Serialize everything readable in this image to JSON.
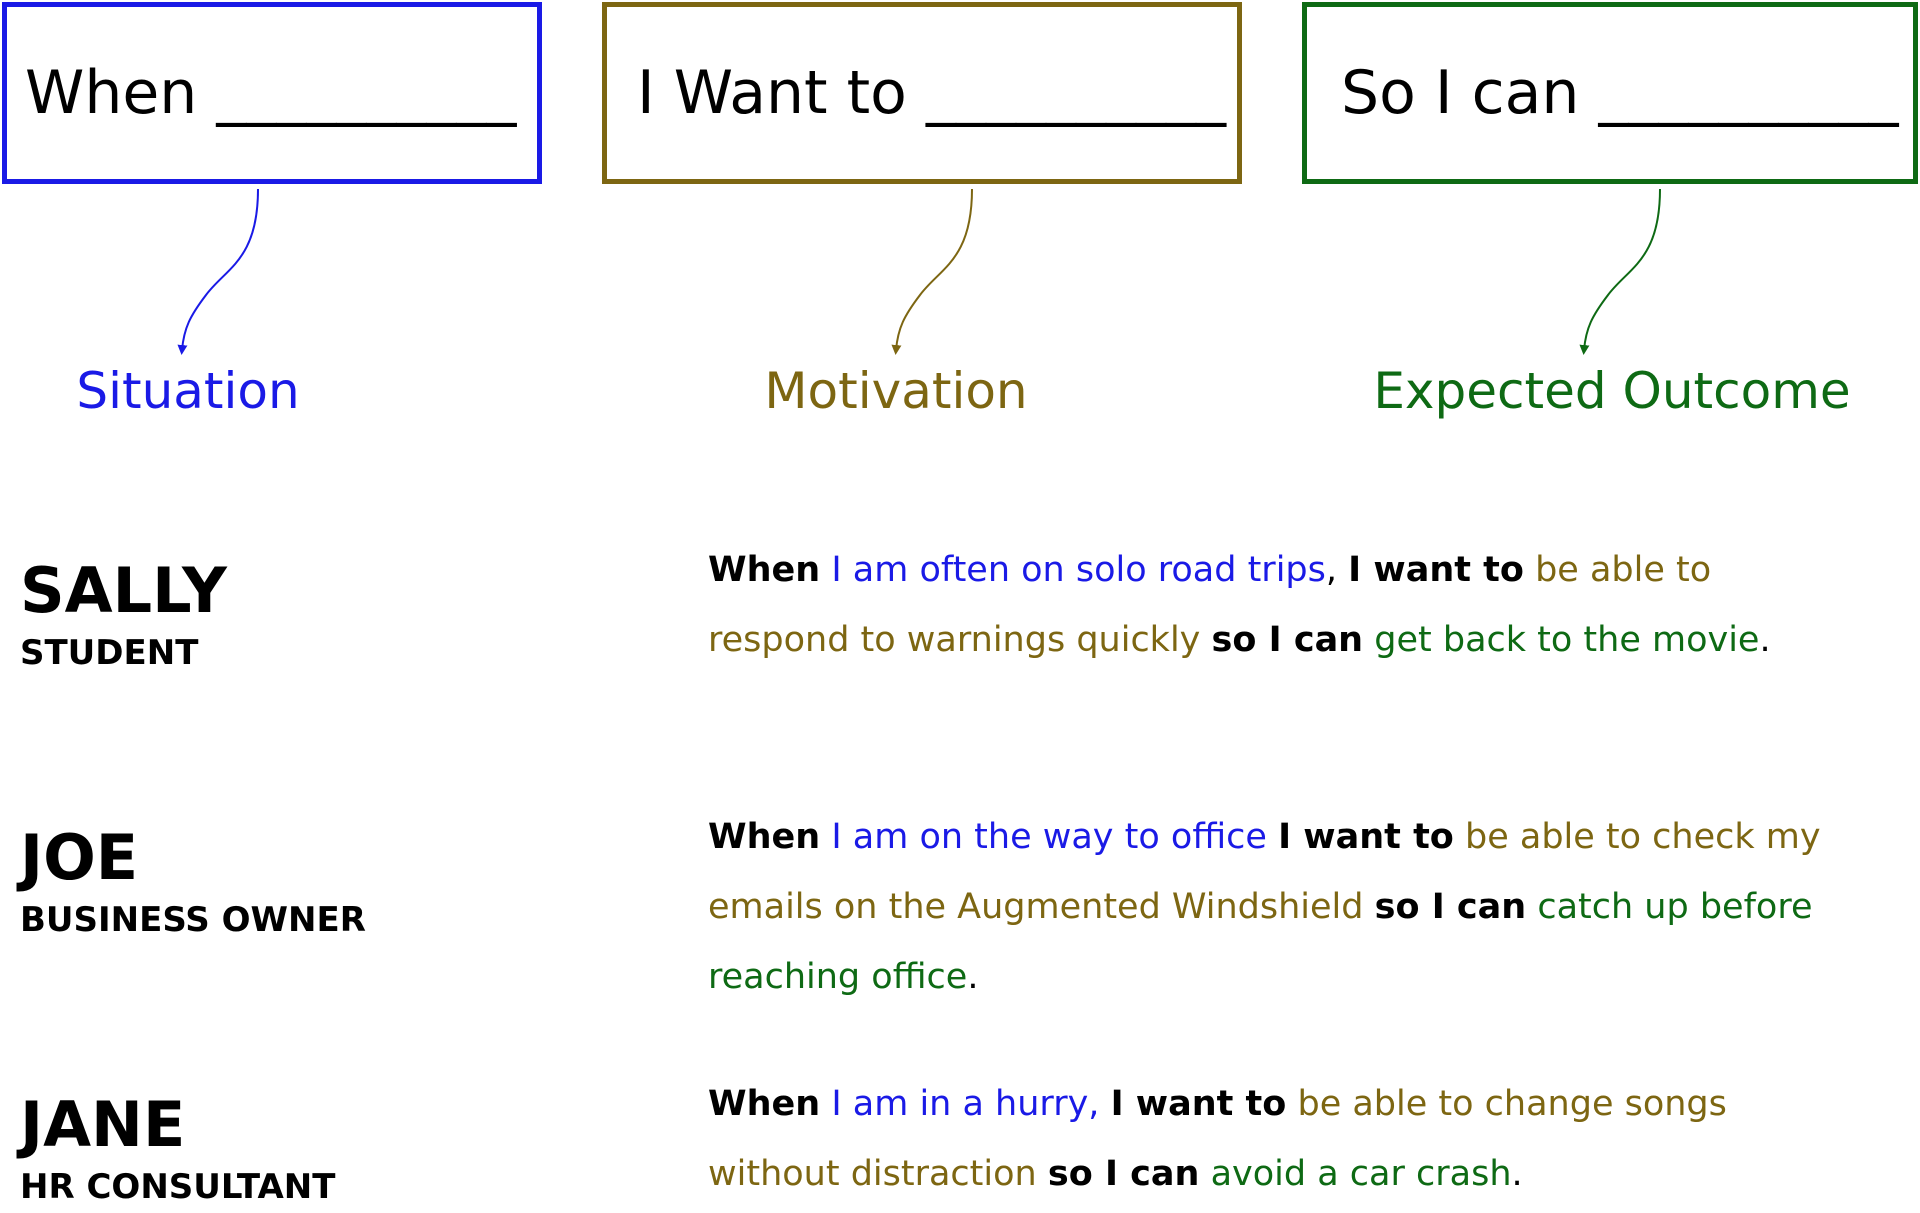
{
  "templates": {
    "when": "When __________",
    "want": "I Want to __________",
    "so": "So I can __________"
  },
  "categories": {
    "situation": "Situation",
    "motivation": "Motivation",
    "outcome": "Expected Outcome"
  },
  "colors": {
    "situation": "#1a1ae6",
    "motivation": "#7d6612",
    "outcome": "#0e6a14",
    "text": "#000000"
  },
  "personas": [
    {
      "name": "SALLY",
      "role": "STUDENT",
      "story": {
        "kw_when": "When",
        "situation": "I am often on solo road trips",
        "sep1": ",",
        "kw_want": "I want to",
        "motivation": "be able to respond to warnings quickly",
        "kw_so": "so I can",
        "outcome": "get back to the movie",
        "end": "."
      }
    },
    {
      "name": "JOE",
      "role": "BUSINESS OWNER",
      "story": {
        "kw_when": "When",
        "situation": "I am on the way to office",
        "sep1": "",
        "kw_want": "I want to",
        "motivation": "be able to check my emails on the Augmented Windshield",
        "kw_so": "so I can",
        "outcome": "catch up before reaching office",
        "end": "."
      }
    },
    {
      "name": "JANE",
      "role": "HR CONSULTANT",
      "story": {
        "kw_when": "When",
        "situation": "I am in a hurry,",
        "sep1": "",
        "kw_want": "I want to",
        "motivation": "be able to change songs without distraction",
        "kw_so": "so I can",
        "outcome": "avoid a car crash",
        "end": "."
      }
    }
  ]
}
